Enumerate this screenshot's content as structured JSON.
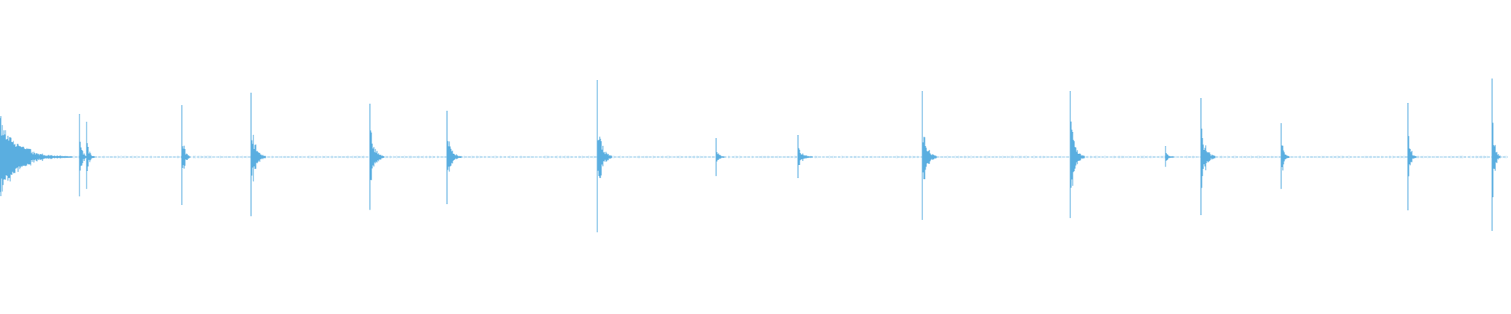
{
  "waveform": {
    "color": "#5aaee0",
    "background": "#ffffff",
    "baseline_style": "dotted-noise",
    "transients": [
      {
        "time": 0.0,
        "amplitude": 0.52,
        "decay": "long"
      },
      {
        "time": 0.052,
        "amplitude": 0.55,
        "decay": "short"
      },
      {
        "time": 0.057,
        "amplitude": 0.45,
        "decay": "short"
      },
      {
        "time": 0.12,
        "amplitude": 0.66,
        "decay": "short"
      },
      {
        "time": 0.166,
        "amplitude": 0.82,
        "decay": "medium"
      },
      {
        "time": 0.245,
        "amplitude": 0.68,
        "decay": "medium"
      },
      {
        "time": 0.296,
        "amplitude": 0.59,
        "decay": "medium"
      },
      {
        "time": 0.396,
        "amplitude": 0.98,
        "decay": "medium"
      },
      {
        "time": 0.475,
        "amplitude": 0.24,
        "decay": "short"
      },
      {
        "time": 0.529,
        "amplitude": 0.28,
        "decay": "medium"
      },
      {
        "time": 0.612,
        "amplitude": 0.84,
        "decay": "medium"
      },
      {
        "time": 0.71,
        "amplitude": 0.84,
        "decay": "medium"
      },
      {
        "time": 0.773,
        "amplitude": 0.14,
        "decay": "short"
      },
      {
        "time": 0.797,
        "amplitude": 0.75,
        "decay": "medium"
      },
      {
        "time": 0.85,
        "amplitude": 0.43,
        "decay": "short"
      },
      {
        "time": 0.934,
        "amplitude": 0.69,
        "decay": "short"
      },
      {
        "time": 0.99,
        "amplitude": 1.0,
        "decay": "short"
      }
    ]
  }
}
